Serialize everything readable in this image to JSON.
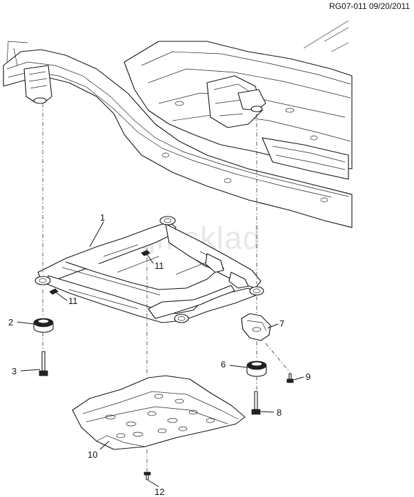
{
  "header": {
    "reference": "RG07-011 09/20/2011"
  },
  "watermark": "gmsklad",
  "callouts": [
    {
      "id": "c1",
      "label": "1"
    },
    {
      "id": "c2",
      "label": "2"
    },
    {
      "id": "c3",
      "label": "3"
    },
    {
      "id": "c6",
      "label": "6"
    },
    {
      "id": "c7",
      "label": "7"
    },
    {
      "id": "c8",
      "label": "8"
    },
    {
      "id": "c9",
      "label": "9"
    },
    {
      "id": "c10",
      "label": "10"
    },
    {
      "id": "c11a",
      "label": "11"
    },
    {
      "id": "c11b",
      "label": "11"
    },
    {
      "id": "c12",
      "label": "12"
    }
  ]
}
